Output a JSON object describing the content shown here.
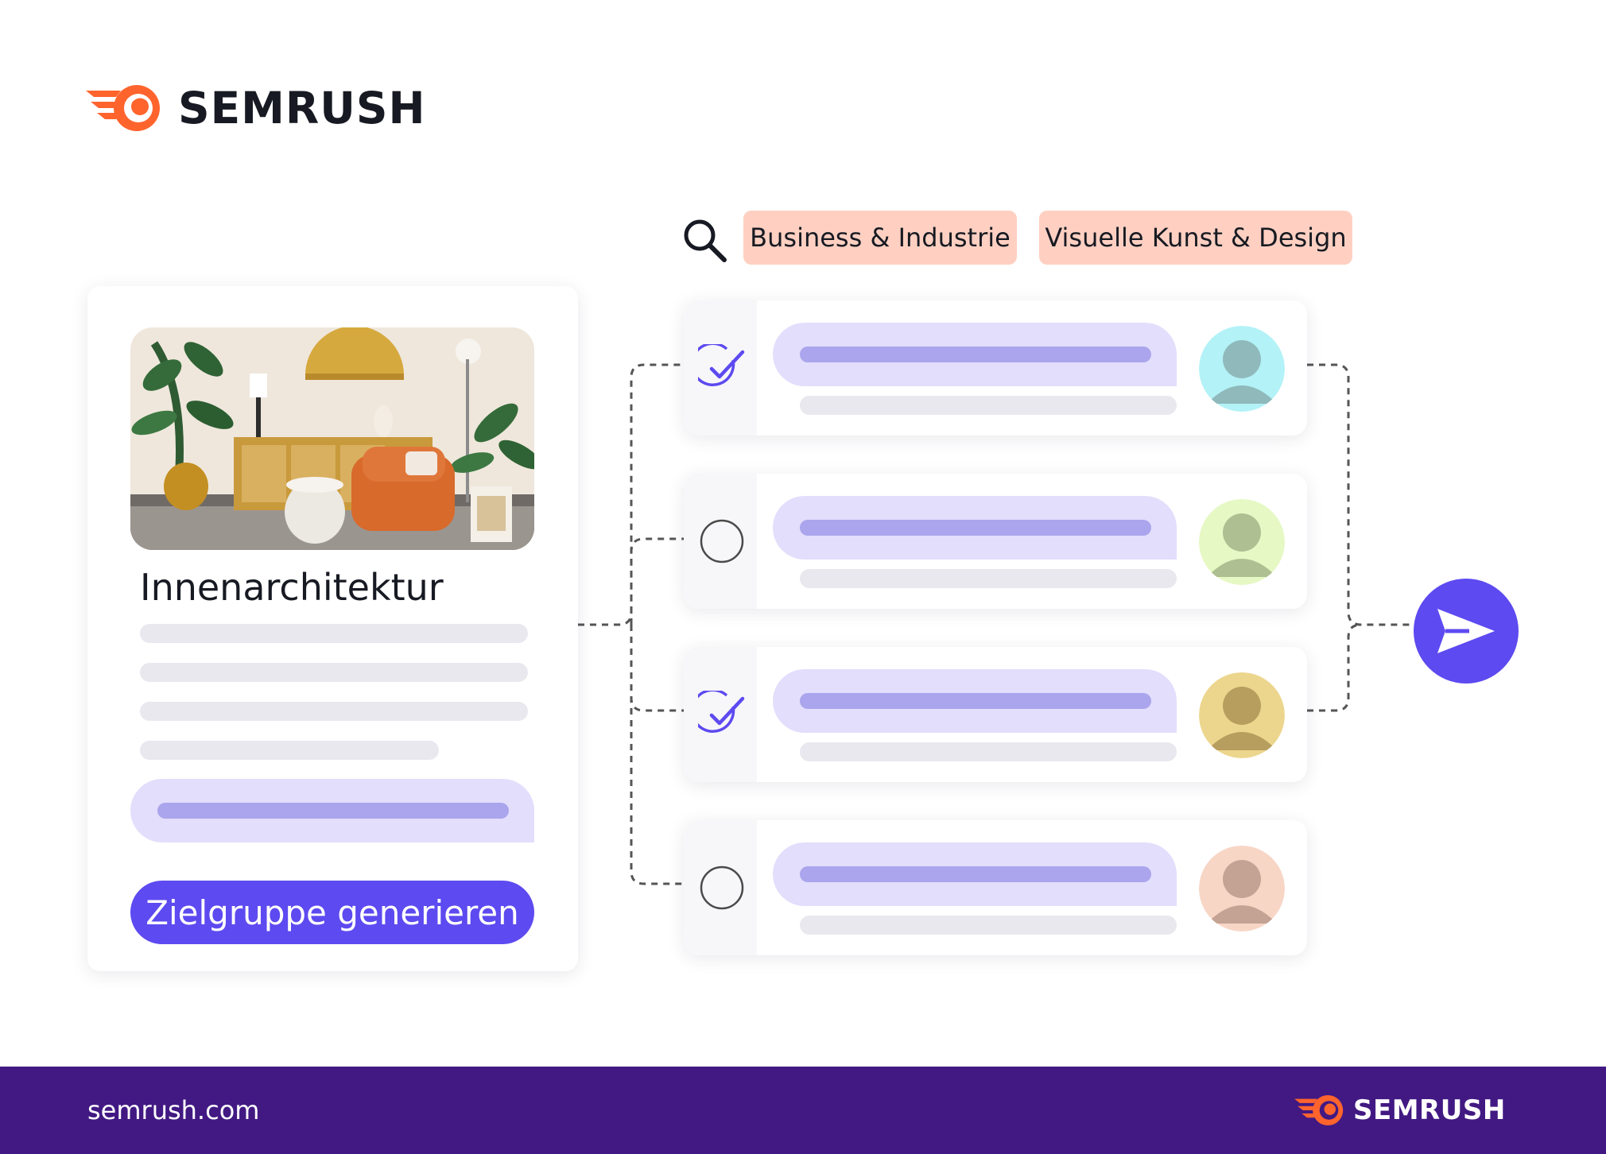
{
  "brand": {
    "name": "SEMRUSH",
    "accent_color": "#ff642d",
    "primary_color": "#5d4af0",
    "footer_color": "#421983"
  },
  "card": {
    "image_icon": "interior-living-room-photo",
    "title": "Innenarchitektur",
    "button_label": "Zielgruppe generieren"
  },
  "filters": {
    "search_icon": "search-icon",
    "chips": [
      "Business & Industrie",
      "Visuelle Kunst & Design"
    ]
  },
  "audiences": [
    {
      "checked": true,
      "avatar_color": "#b3f2f7"
    },
    {
      "checked": false,
      "avatar_color": "#e6f8c4"
    },
    {
      "checked": true,
      "avatar_color": "#ecd68e"
    },
    {
      "checked": false,
      "avatar_color": "#f8d6c6"
    }
  ],
  "send_icon": "send-arrow-icon",
  "footer": {
    "url": "semrush.com",
    "logo_name": "SEMRUSH"
  }
}
